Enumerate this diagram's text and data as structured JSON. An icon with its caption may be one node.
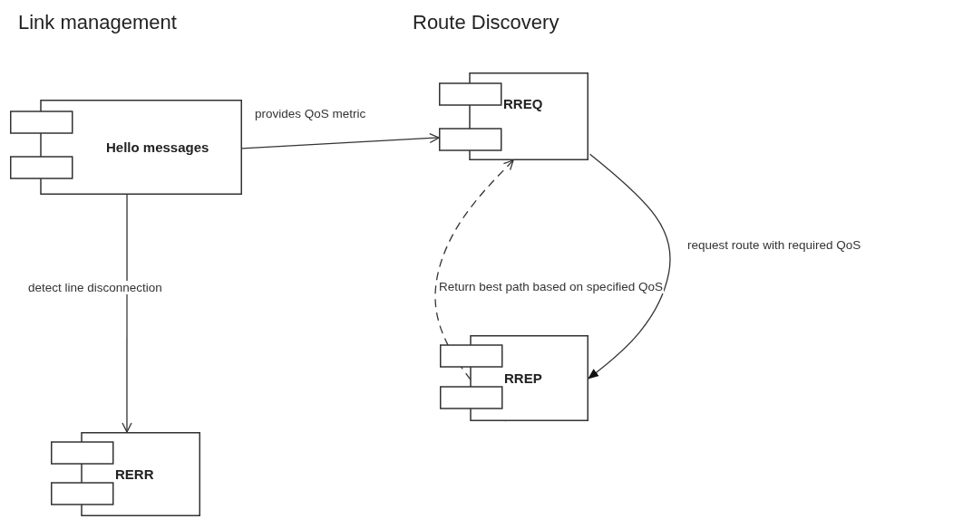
{
  "diagram": {
    "nodes": [
      {
        "text": [
          "Hello messages"
        ]
      },
      {
        "text": [
          "RREQ"
        ]
      },
      {
        "text": [
          "RREP"
        ]
      },
      {
        "text": [
          "RERR"
        ]
      }
    ],
    "edges": [
      {
        "from": 0,
        "to": 1,
        "arrow": "to",
        "label": "provides QoS metric"
      },
      {
        "from": 0,
        "to": 3,
        "arrow": "to",
        "label": "detect line disconnection"
      },
      {
        "from": 1,
        "to": 2,
        "arrow": "to",
        "label": "request route with required QoS"
      },
      {
        "from": 2,
        "to": 1,
        "arrow": "to",
        "label": "Return best path based on specified QoS",
        "style": "dashed"
      }
    ],
    "labels": [
      "Link management",
      "Route Discovery"
    ]
  }
}
